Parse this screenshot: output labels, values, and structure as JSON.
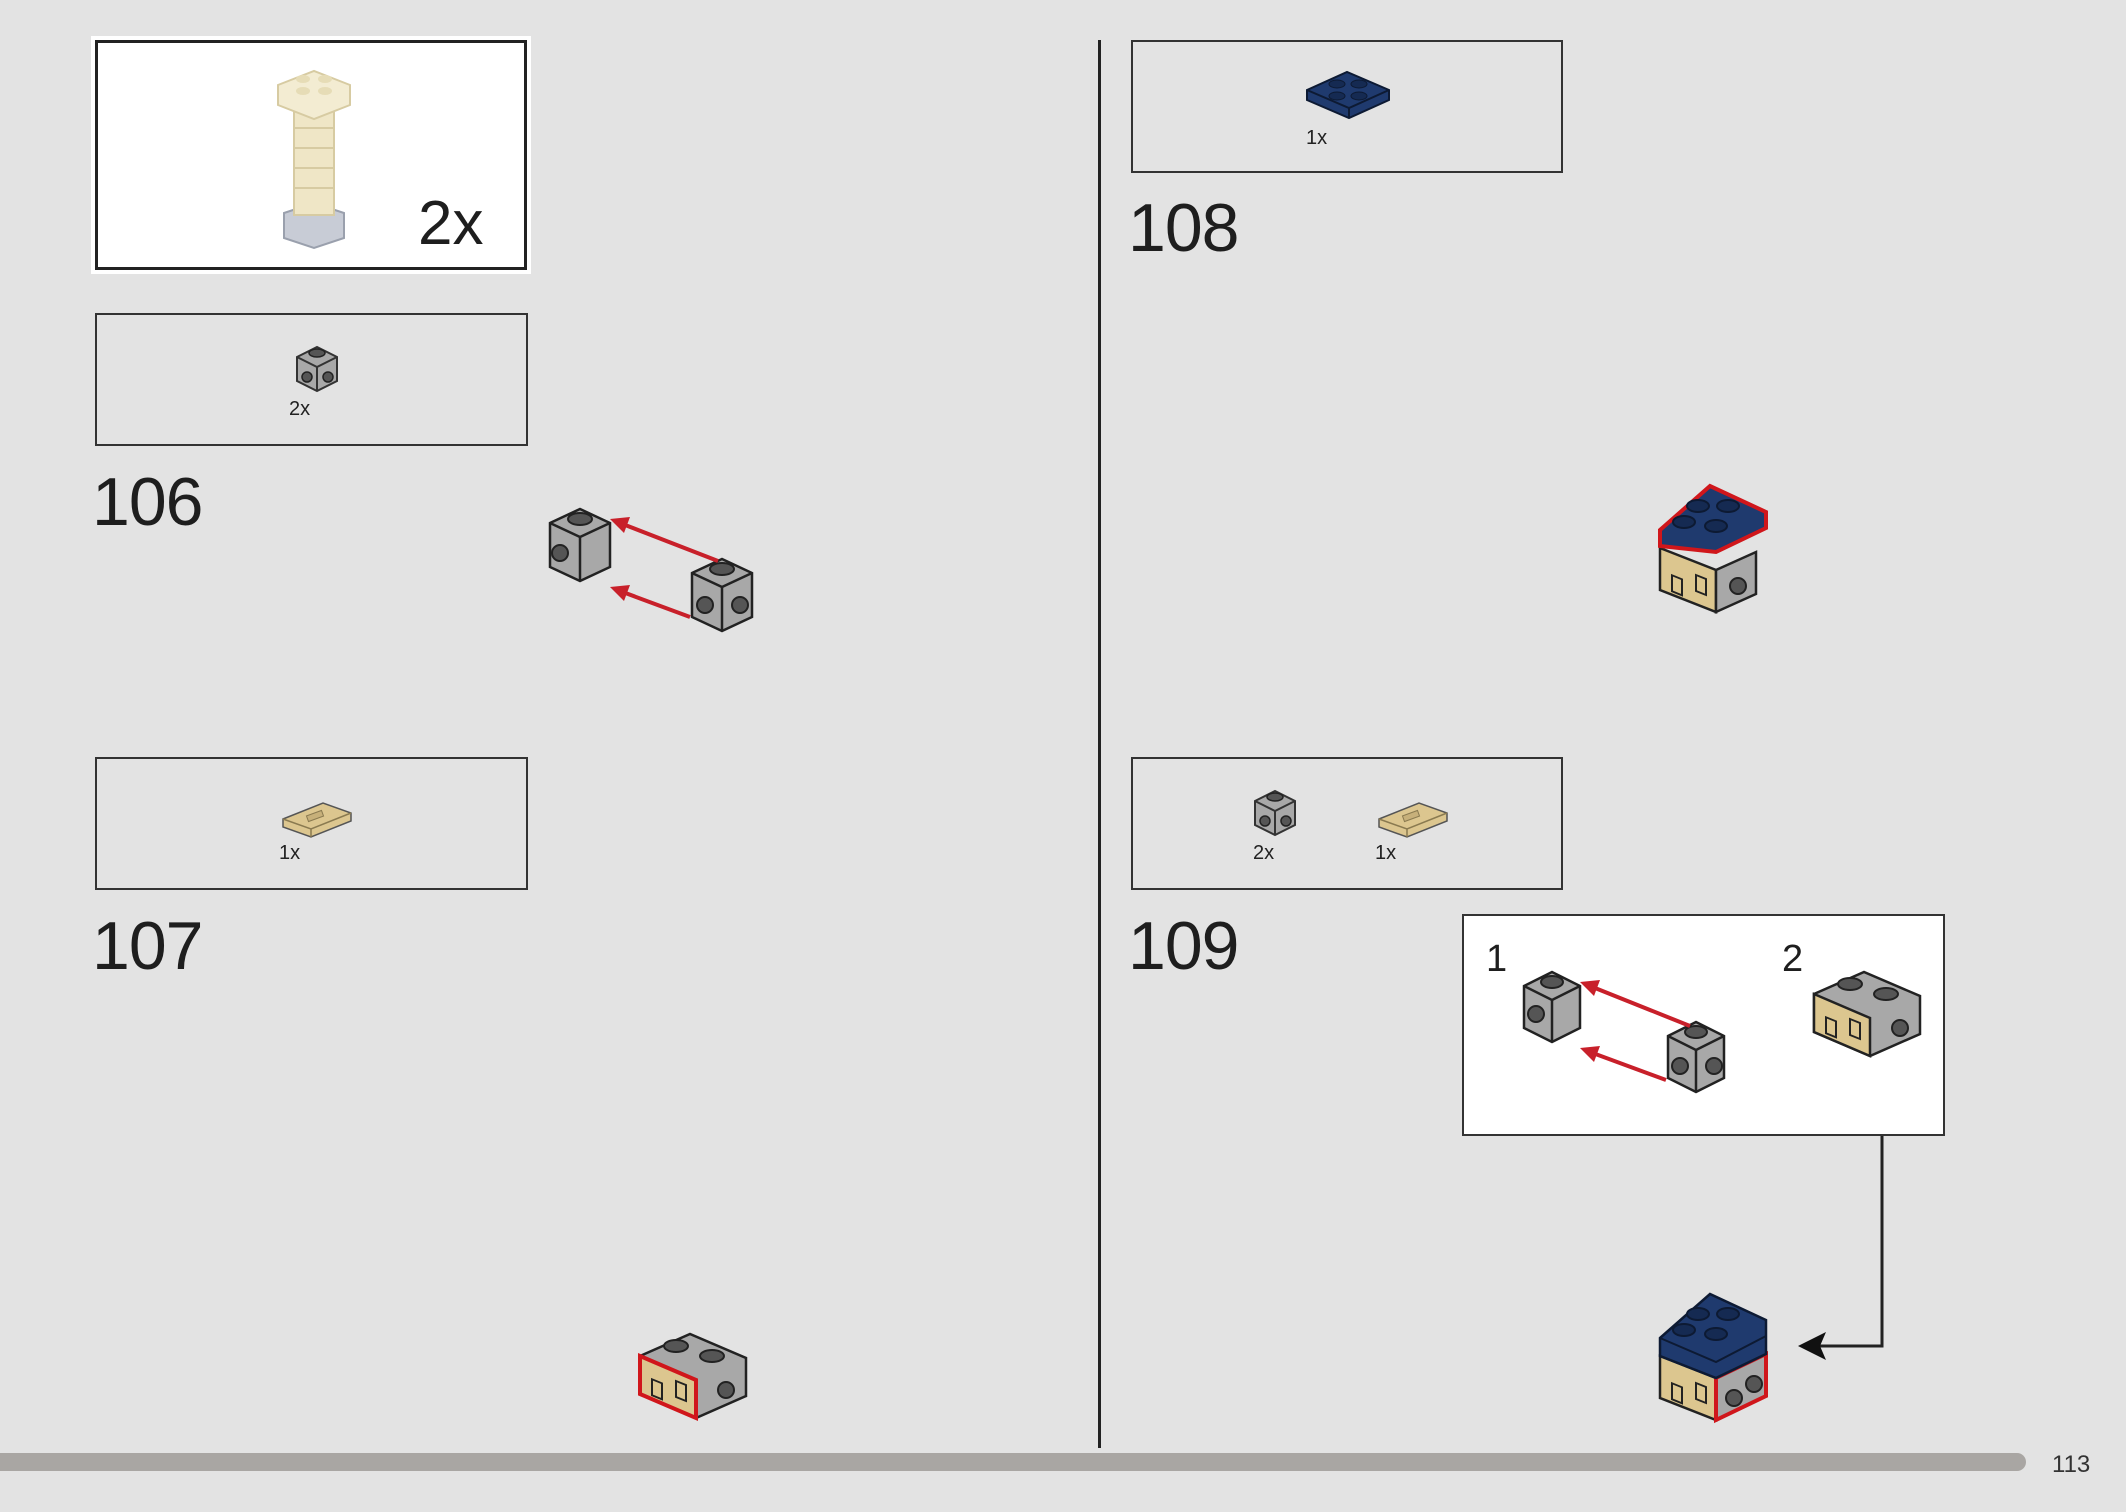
{
  "steps": [
    {
      "number": "106",
      "parts": [
        {
          "qty": "2x",
          "icon": "gray-1x1-brick-with-studs-on-side-icon"
        }
      ]
    },
    {
      "number": "107",
      "parts": [
        {
          "qty": "1x",
          "icon": "tan-1x2-tile-with-groove-icon"
        }
      ]
    },
    {
      "number": "108",
      "parts": [
        {
          "qty": "1x",
          "icon": "dark-blue-2x2-plate-icon"
        }
      ]
    },
    {
      "number": "109",
      "parts": [
        {
          "qty": "2x",
          "icon": "gray-1x1-brick-with-studs-on-side-icon"
        },
        {
          "qty": "1x",
          "icon": "tan-1x2-tile-with-groove-icon"
        }
      ]
    }
  ],
  "subassembly_callout": {
    "qty": "2x",
    "icon": "tan-column-subassembly-icon"
  },
  "substeps": [
    "1",
    "2"
  ],
  "page_number": "113",
  "colors": {
    "background": "#e3e3e3",
    "new_part_outline": "#d0161b",
    "arrow": "#c8202a",
    "dark_blue": "#1f3a6e",
    "tan": "#dcc68f",
    "light_gray": "#a8a8a8"
  }
}
